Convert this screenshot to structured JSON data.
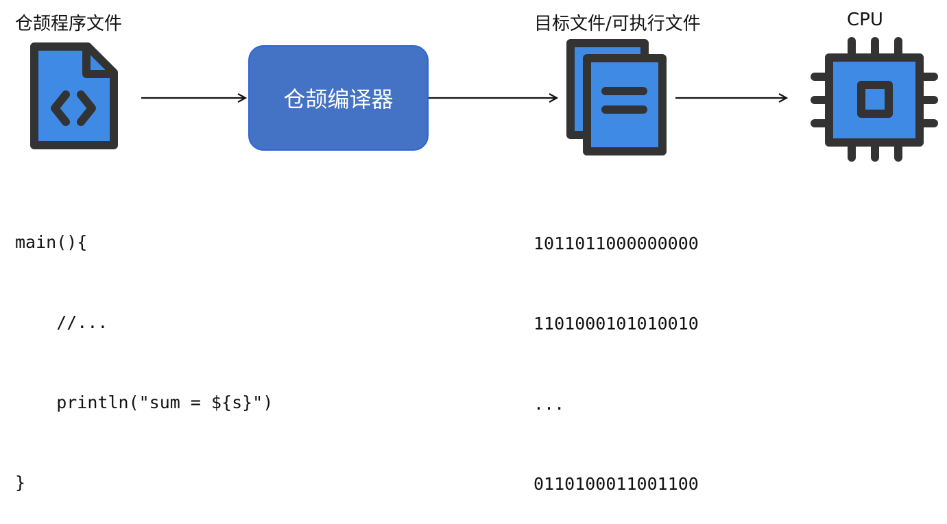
{
  "labels": {
    "source": "仓颉程序文件",
    "target": "目标文件/可执行文件",
    "cpu": "CPU"
  },
  "compiler": {
    "label": "仓颉编译器"
  },
  "source_code": {
    "lines": [
      "main(){",
      "    //...",
      "    println(\"sum = ${s}\")",
      "}"
    ]
  },
  "binary": {
    "lines": [
      "1011011000000000",
      "1101000101010010",
      "...",
      "0110100011001100"
    ]
  },
  "colors": {
    "icon_blue": "#3f8ae5",
    "icon_dark": "#333333",
    "box_blue": "#4472c4",
    "box_border": "#2f64d9"
  },
  "icons": [
    "code-file-icon",
    "document-copy-icon",
    "cpu-icon"
  ]
}
